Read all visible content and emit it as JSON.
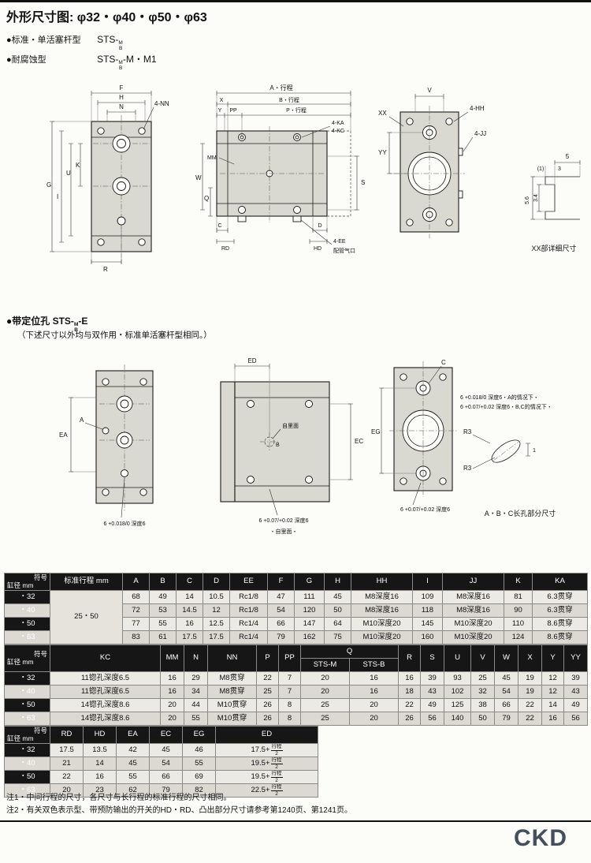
{
  "page": {
    "title": "外形尺寸图: φ32・φ40・φ50・φ63",
    "bullet1_label": "●标准・单活塞杆型",
    "bullet2_label": "●耐腐蚀型",
    "model_prefix": "STS-",
    "model_sup": "M",
    "model_sub": "B",
    "bullet2_suffix": "-M・M1",
    "section2_label": "●带定位孔",
    "section2_suffix": "-E",
    "section2_note": "（下述尺寸以外均与双作用・标准单活塞杆型相同。）"
  },
  "drawing1": {
    "F": "F",
    "H": "H",
    "N": "N",
    "nn": "4-NN",
    "G": "G",
    "I": "I",
    "U": "U",
    "K": "K",
    "R": "R",
    "A_stroke": "A・行程",
    "X": "X",
    "B_stroke": "B・行程",
    "Y": "Y",
    "PP": "PP",
    "P_stroke": "P・行程",
    "ka": "4-KA",
    "kc": "4-KC",
    "W": "W",
    "MM": "MM",
    "Q": "Q",
    "S": "S",
    "C": "C",
    "D": "D",
    "RD": "RD",
    "HD": "HD",
    "ee": "4-EE",
    "ee_note": "配管气口",
    "V": "V",
    "XX": "XX",
    "YY": "YY",
    "hh": "4-HH",
    "jj": "4-JJ",
    "d5": "5",
    "d3": "3",
    "d1": "(1)",
    "d34": "3.4",
    "d56": "5.6",
    "detail_caption": "XX部详细尺寸"
  },
  "drawing2": {
    "EA": "EA",
    "A": "A",
    "ED": "ED",
    "EC": "EC",
    "EG": "EG",
    "B": "B",
    "C": "C",
    "back": "自里面",
    "back2": "・自里面・",
    "note_a": "6 +0.018/0 深度6",
    "note_b": "6 +0.07/+0.02 深度6",
    "case_a": "6 +0.018/0 深度6・A的情况下・",
    "case_bc": "6 +0.07/+0.02 深度6・B,C的情况下・",
    "r3": "R3",
    "one": "1",
    "slot_caption": "A・B・C长孔部分尺寸"
  },
  "tables": {
    "corner_top": "符号",
    "corner_bottom": "缸径 mm",
    "t1": {
      "headers": [
        "标准行程 mm",
        "A",
        "B",
        "C",
        "D",
        "EE",
        "F",
        "G",
        "H",
        "HH",
        "I",
        "JJ",
        "K",
        "KA"
      ],
      "rows": [
        [
          {
            "t": "・32",
            "cls": "rowhead"
          },
          {
            "t": "25・50",
            "rs": 4,
            "cls": "stroke"
          },
          "68",
          "49",
          "14",
          "10.5",
          "Rc1/8",
          "47",
          "111",
          "45",
          "M8深度16",
          "109",
          "M8深度16",
          "81",
          "6.3贯穿"
        ],
        [
          {
            "t": "・40",
            "cls": "rowhead"
          },
          "72",
          "53",
          "14.5",
          "12",
          "Rc1/8",
          "54",
          "120",
          "50",
          "M8深度16",
          "118",
          "M8深度16",
          "90",
          "6.3贯穿"
        ],
        [
          {
            "t": "・50",
            "cls": "rowhead"
          },
          "77",
          "55",
          "16",
          "12.5",
          "Rc1/4",
          "66",
          "147",
          "64",
          "M10深度20",
          "145",
          "M10深度20",
          "110",
          "8.6贯穿"
        ],
        [
          {
            "t": "・63",
            "cls": "rowhead"
          },
          "83",
          "61",
          "17.5",
          "17.5",
          "Rc1/4",
          "79",
          "162",
          "75",
          "M10深度20",
          "160",
          "M10深度20",
          "124",
          "8.6贯穿"
        ]
      ]
    },
    "t2": {
      "headers": [
        "KC",
        "MM",
        "N",
        "NN",
        "P",
        "PP",
        "Q",
        "R",
        "S",
        "U",
        "V",
        "W",
        "X",
        "Y",
        "YY"
      ],
      "sub_headers": [
        "STS-M",
        "STS-B"
      ],
      "rows": [
        [
          {
            "t": "・32",
            "cls": "rowhead"
          },
          "11锪孔深度6.5",
          "16",
          "29",
          "M8贯穿",
          "22",
          "7",
          "20",
          "16",
          "16",
          "39",
          "93",
          "25",
          "45",
          "19",
          "12",
          "39"
        ],
        [
          {
            "t": "・40",
            "cls": "rowhead"
          },
          "11锪孔深度6.5",
          "16",
          "34",
          "M8贯穿",
          "25",
          "7",
          "20",
          "16",
          "18",
          "43",
          "102",
          "32",
          "54",
          "19",
          "12",
          "43"
        ],
        [
          {
            "t": "・50",
            "cls": "rowhead"
          },
          "14锪孔深度8.6",
          "20",
          "44",
          "M10贯穿",
          "26",
          "8",
          "25",
          "20",
          "22",
          "49",
          "125",
          "38",
          "66",
          "22",
          "14",
          "49"
        ],
        [
          {
            "t": "・63",
            "cls": "rowhead"
          },
          "14锪孔深度8.6",
          "20",
          "55",
          "M10贯穿",
          "26",
          "8",
          "25",
          "20",
          "26",
          "56",
          "140",
          "50",
          "79",
          "22",
          "16",
          "56"
        ]
      ]
    },
    "t3": {
      "headers": [
        "RD",
        "HD",
        "EA",
        "EC",
        "EG",
        "ED"
      ],
      "rows": [
        [
          {
            "t": "・32",
            "cls": "rowhead"
          },
          "17.5",
          "13.5",
          "42",
          "45",
          "46",
          {
            "t": "17.5+",
            "fr": [
              "行程",
              "2"
            ]
          }
        ],
        [
          {
            "t": "・40",
            "cls": "rowhead"
          },
          "21",
          "14",
          "45",
          "54",
          "55",
          {
            "t": "19.5+",
            "fr": [
              "行程",
              "2"
            ]
          }
        ],
        [
          {
            "t": "・50",
            "cls": "rowhead"
          },
          "22",
          "16",
          "55",
          "66",
          "69",
          {
            "t": "19.5+",
            "fr": [
              "行程",
              "2"
            ]
          }
        ],
        [
          {
            "t": "・63",
            "cls": "rowhead"
          },
          "20",
          "23",
          "62",
          "79",
          "82",
          {
            "t": "22.5+",
            "fr": [
              "行程",
              "2"
            ]
          }
        ]
      ]
    }
  },
  "notes": {
    "line1": "注1・中间行程的尺寸，各尺寸与长行程的标准行程的尺寸相同。",
    "line2": "注2・有关双色表示型、带预防输出的开关的HD・RD、凸出部分尺寸请参考第1240页、第1241页。"
  },
  "footer": {
    "logo": "CKD"
  }
}
